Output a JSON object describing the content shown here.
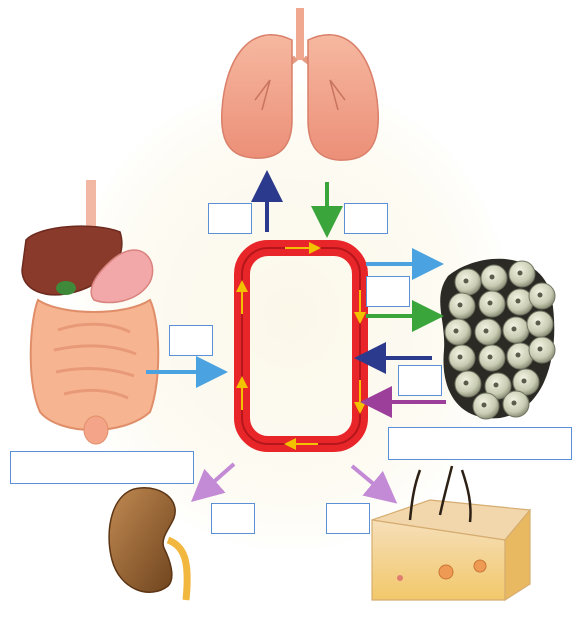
{
  "diagram": {
    "organs": [
      {
        "key": "lungs",
        "icon": "lungs-icon"
      },
      {
        "key": "digestive-system",
        "icon": "digestive-system-icon"
      },
      {
        "key": "fat-cells",
        "icon": "cells-icon"
      },
      {
        "key": "kidney",
        "icon": "kidney-icon"
      },
      {
        "key": "skin",
        "icon": "skin-icon"
      }
    ],
    "blanks": {
      "lungs_out": "",
      "lungs_in": "",
      "cells_out": "",
      "digestion_in": "",
      "cells_in": "",
      "cells_name": "",
      "digestion_name": "",
      "kidney_out": "",
      "skin_out": ""
    },
    "colors": {
      "blood_vessel": "#e8262a",
      "arrow_dark_blue": "#2b3a8c",
      "arrow_light_blue": "#4aa3e0",
      "arrow_green": "#3aa53a",
      "arrow_purple": "#9b3f9a",
      "arrow_lilac": "#c38ad6",
      "blank_border": "#5b8fd6"
    }
  }
}
